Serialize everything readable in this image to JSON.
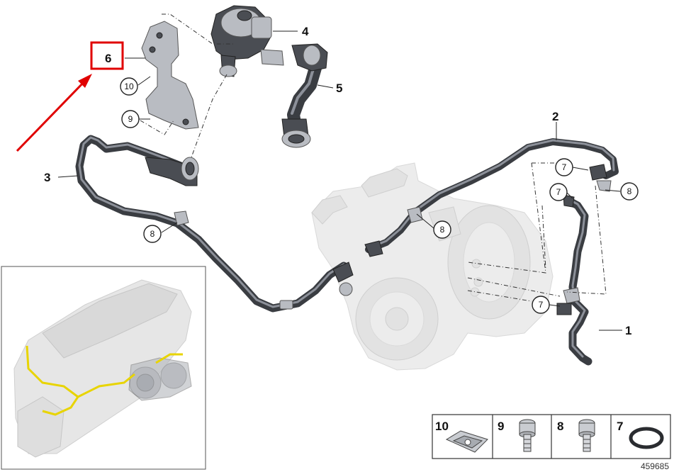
{
  "callouts": [
    {
      "id": "1",
      "text": "1"
    },
    {
      "id": "2",
      "text": "2"
    },
    {
      "id": "3",
      "text": "3"
    },
    {
      "id": "4",
      "text": "4"
    },
    {
      "id": "5",
      "text": "5"
    },
    {
      "id": "6",
      "text": "6"
    },
    {
      "id": "7a",
      "text": "7"
    },
    {
      "id": "7b",
      "text": "7"
    },
    {
      "id": "7c",
      "text": "7"
    },
    {
      "id": "8a",
      "text": "8"
    },
    {
      "id": "8b",
      "text": "8"
    },
    {
      "id": "8c",
      "text": "8"
    },
    {
      "id": "9",
      "text": "9"
    },
    {
      "id": "10",
      "text": "10"
    }
  ],
  "legend": {
    "items": [
      {
        "number": "10",
        "icon": "clip-nut-icon"
      },
      {
        "number": "9",
        "icon": "bolt-icon"
      },
      {
        "number": "8",
        "icon": "bolt-icon"
      },
      {
        "number": "7",
        "icon": "o-ring-icon"
      }
    ]
  },
  "document_number": "459685",
  "colors": {
    "hose": "#3a3d42",
    "highlight_box": "#e00000",
    "arrow": "#e00000",
    "engine_highlight": "#e8d400",
    "ghost_part": "#ececec"
  }
}
